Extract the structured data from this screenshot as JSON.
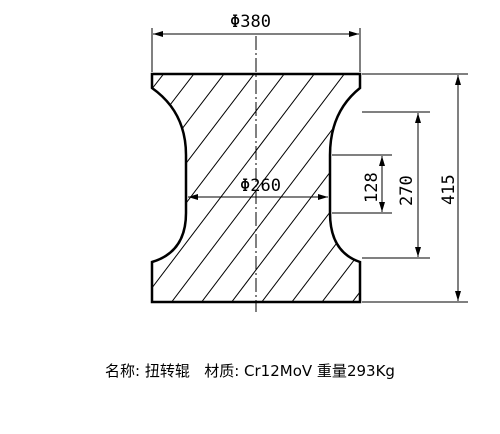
{
  "dimensions": {
    "top_diameter": "Φ380",
    "neck_diameter": "Φ260",
    "inner_height": "128",
    "middle_height": "270",
    "total_height": "415"
  },
  "caption": {
    "name_label": "名称: ",
    "name_value": "扭转辊",
    "material_label": "材质: ",
    "material_value": "Cr12MoV",
    "weight_label": "重量",
    "weight_value": "293Kg"
  }
}
